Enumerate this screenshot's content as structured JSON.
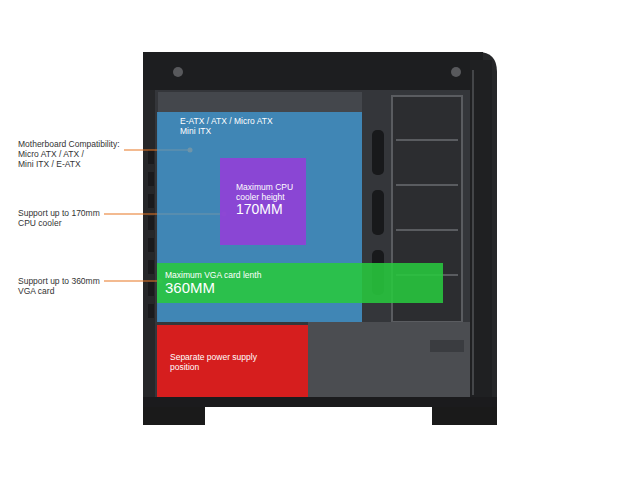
{
  "diagram": {
    "nodes": [
      {
        "text": [
          "E-ATX / ATX / Micro ATX Mini ITX"
        ]
      },
      {
        "text": [
          "Maximum CPU cooler height",
          "170MM"
        ],
        "in": 0
      },
      {
        "text": [
          "Maximum VGA card lenth",
          "360MM"
        ]
      },
      {
        "text": [
          "Separate power supply position"
        ]
      }
    ],
    "labels": [
      "Motherboard Compatibility:",
      "Micro ATX / ATX / Mini ITX / E-ATX",
      "Support up to 170mm CPU cooler",
      "Support up to 360mm VGA card"
    ]
  }
}
